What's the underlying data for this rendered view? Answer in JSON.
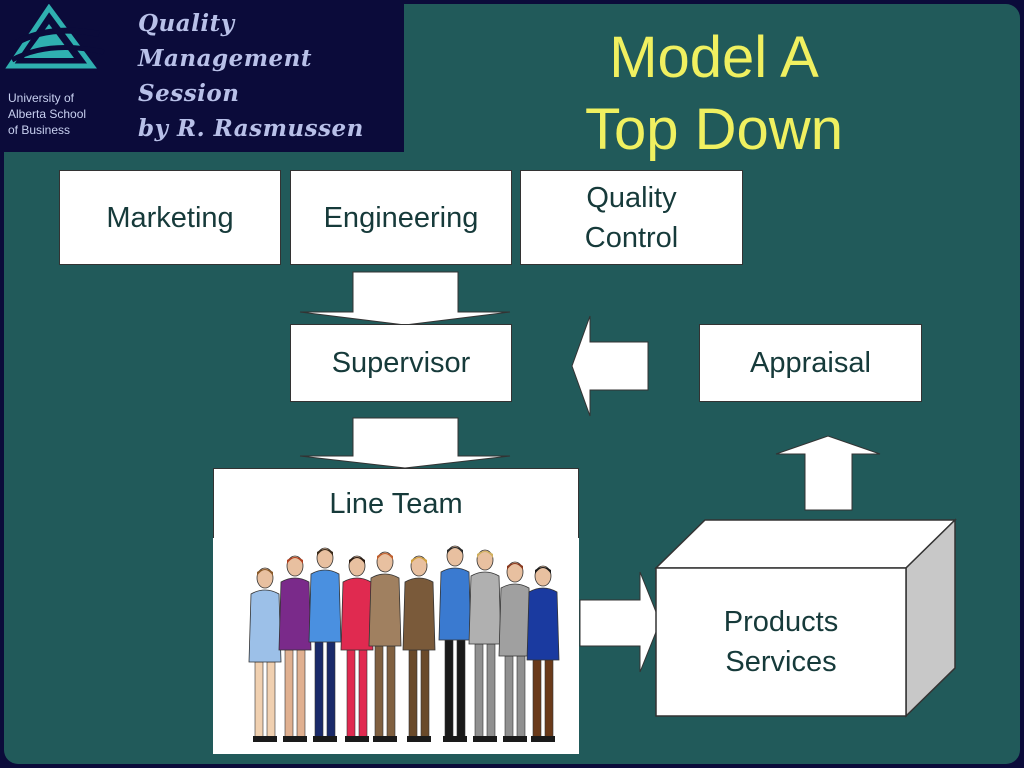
{
  "header": {
    "logo_lines": [
      "University of",
      "Alberta School",
      "of Business"
    ],
    "session_lines": [
      "Quality",
      "Management",
      "Session",
      "by R. Rasmussen"
    ]
  },
  "slide": {
    "title_line1": "Model A",
    "title_line2": "Top Down"
  },
  "diagram": {
    "marketing": "Marketing",
    "engineering": "Engineering",
    "quality_control_line1": "Quality",
    "quality_control_line2": "Control",
    "supervisor": "Supervisor",
    "appraisal": "Appraisal",
    "line_team": "Line Team",
    "products_line1": "Products",
    "products_line2": "Services"
  },
  "colors": {
    "title": "#f0f060",
    "panel": "#215a5a",
    "frame": "#0b0b3a",
    "box_text": "#163a3a"
  }
}
